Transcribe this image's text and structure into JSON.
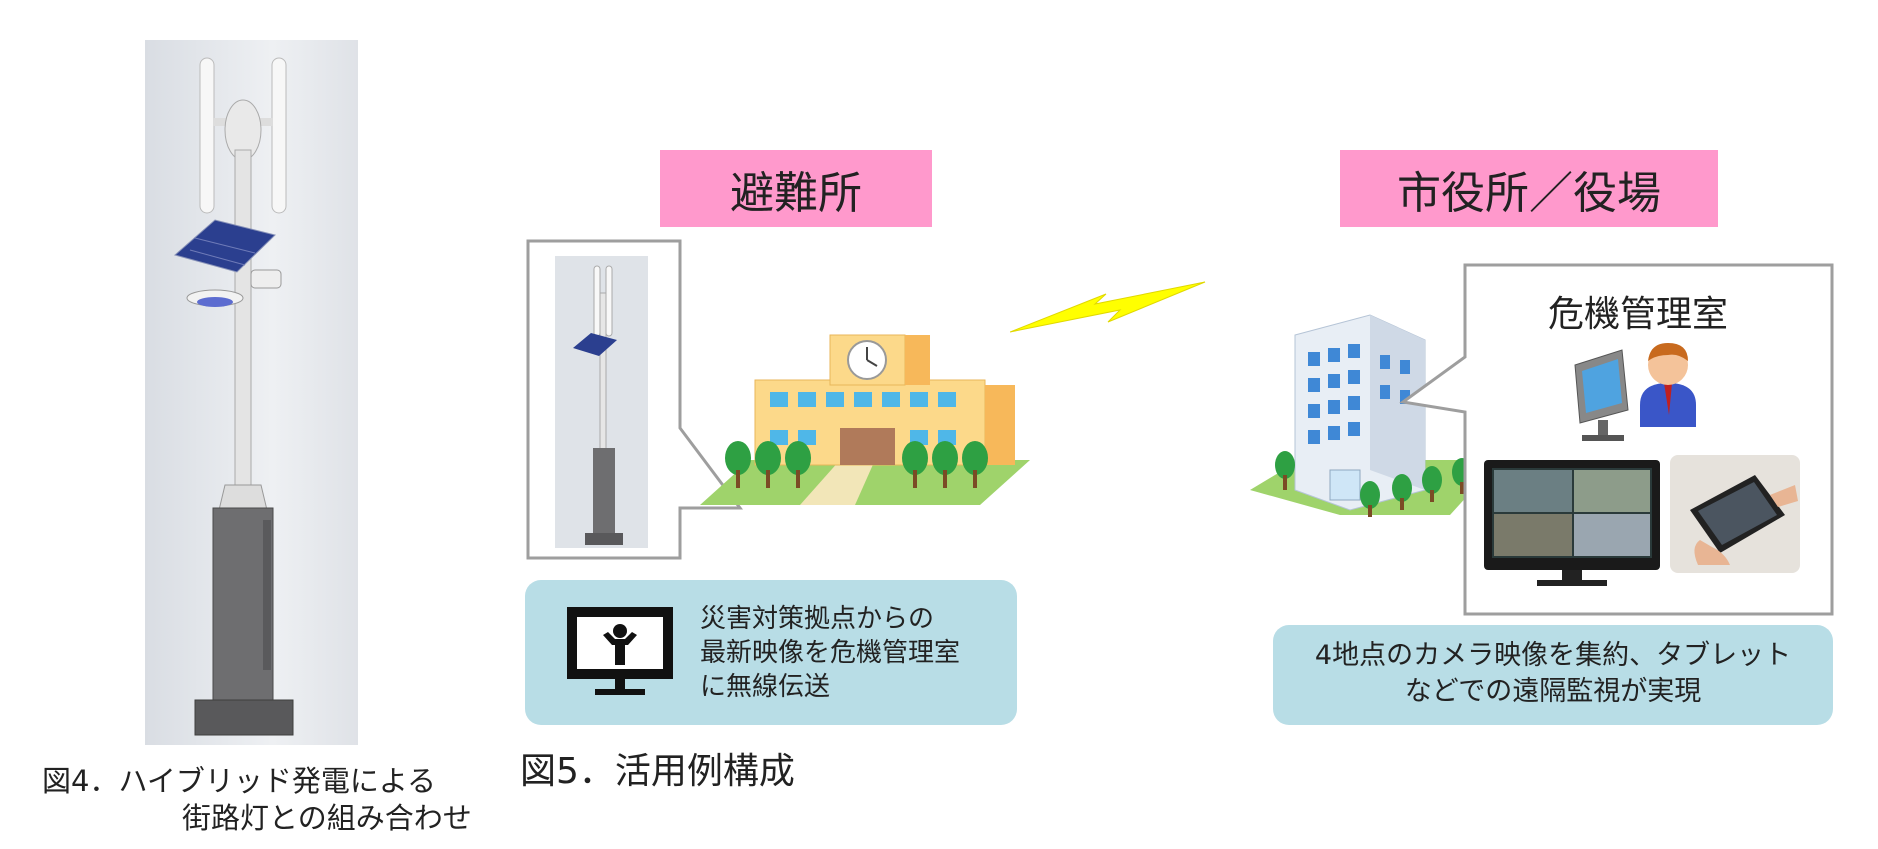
{
  "fig4": {
    "caption_line1": "図4．ハイブリッド発電による",
    "caption_line2": "街路灯との組み合わせ"
  },
  "fig5": {
    "caption": "図5．活用例構成",
    "shelter_label": "避難所",
    "cityhall_label": "市役所／役場",
    "crisis_room_label": "危機管理室",
    "shelter_info": [
      "災害対策拠点からの",
      "最新映像を危機管理室",
      "に無線伝送"
    ],
    "cityhall_info": [
      "4地点のカメラ映像を集約、タブレット",
      "などでの遠隔監視が実現"
    ]
  },
  "colors": {
    "label_bg": "#ff99cc",
    "info_bg": "#b8dde6",
    "lightning": "#ffff00",
    "frame_border": "#9e9e9e"
  }
}
